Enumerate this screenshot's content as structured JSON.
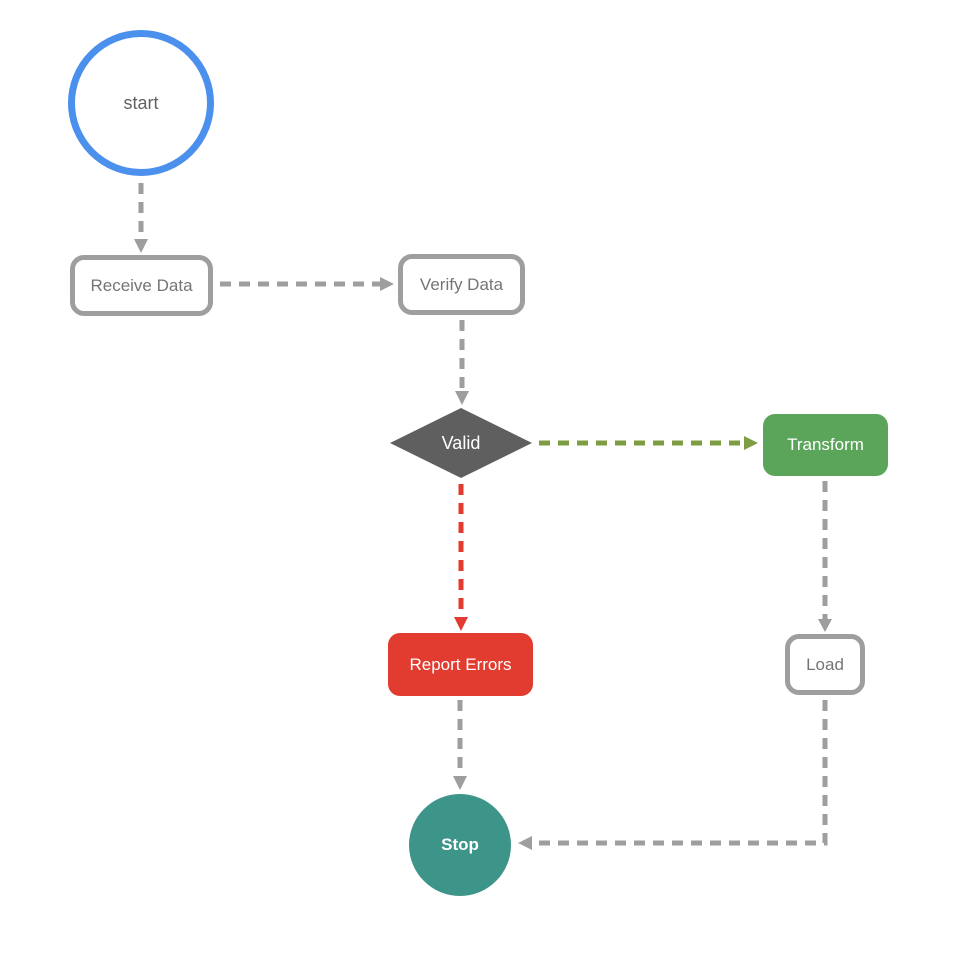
{
  "diagram": {
    "nodes": {
      "start": {
        "label": "start",
        "shape": "circle",
        "type": "start"
      },
      "receive": {
        "label": "Receive Data",
        "shape": "rounded-rect",
        "type": "process"
      },
      "verify": {
        "label": "Verify Data",
        "shape": "rounded-rect",
        "type": "process"
      },
      "valid": {
        "label": "Valid",
        "shape": "diamond",
        "type": "decision"
      },
      "transform": {
        "label": "Transform",
        "shape": "rounded-rect",
        "type": "process"
      },
      "report": {
        "label": "Report Errors",
        "shape": "rounded-rect",
        "type": "error"
      },
      "load": {
        "label": "Load",
        "shape": "rounded-rect",
        "type": "process"
      },
      "stop": {
        "label": "Stop",
        "shape": "circle",
        "type": "end"
      }
    },
    "edges": [
      {
        "from": "start",
        "to": "receive",
        "style": "dashed",
        "color": "gray"
      },
      {
        "from": "receive",
        "to": "verify",
        "style": "dashed",
        "color": "gray"
      },
      {
        "from": "verify",
        "to": "valid",
        "style": "dashed",
        "color": "gray"
      },
      {
        "from": "valid",
        "to": "transform",
        "style": "dashed",
        "color": "green"
      },
      {
        "from": "valid",
        "to": "report",
        "style": "dashed",
        "color": "red"
      },
      {
        "from": "transform",
        "to": "load",
        "style": "dashed",
        "color": "gray"
      },
      {
        "from": "report",
        "to": "stop",
        "style": "dashed",
        "color": "gray"
      },
      {
        "from": "load",
        "to": "stop",
        "style": "dashed",
        "color": "gray"
      }
    ],
    "colors": {
      "canvas-bg": "#ffffff",
      "start-stroke": "#4a90ec",
      "shape-stroke": "#9e9e9e",
      "shape-text": "#757575",
      "arrow-gray": "#9e9e9e",
      "arrow-green": "#7e9c42",
      "arrow-red": "#e23b30",
      "decision-fill": "#5f5f5f",
      "process-green": "#5ba55a",
      "error-red": "#e23b30",
      "stop-teal": "#3d9489",
      "text-white": "#ffffff"
    }
  }
}
